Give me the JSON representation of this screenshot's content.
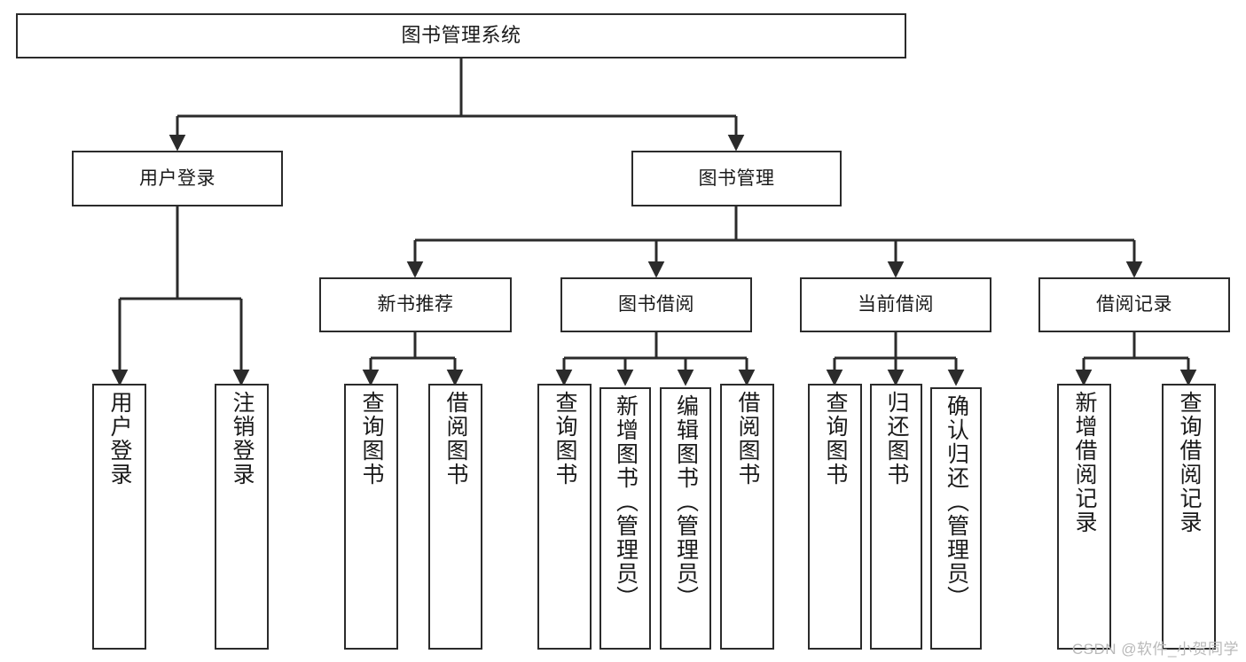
{
  "diagram": {
    "title": "图书管理系统",
    "type": "hierarchy-tree",
    "levels": 4,
    "root": {
      "label": "图书管理系统"
    },
    "level2": [
      {
        "label": "用户登录"
      },
      {
        "label": "图书管理"
      }
    ],
    "level3": [
      {
        "label": "新书推荐"
      },
      {
        "label": "图书借阅"
      },
      {
        "label": "当前借阅"
      },
      {
        "label": "借阅记录"
      }
    ],
    "leaves": {
      "user_login": [
        {
          "label": "用户登录"
        },
        {
          "label": "注销登录"
        }
      ],
      "new_book_recommend": [
        {
          "label": "查询图书"
        },
        {
          "label": "借阅图书"
        }
      ],
      "book_borrow": [
        {
          "label": "查询图书"
        },
        {
          "label": "新增图书（管理员）"
        },
        {
          "label": "编辑图书（管理员）"
        },
        {
          "label": "借阅图书"
        }
      ],
      "current_borrow": [
        {
          "label": "查询图书"
        },
        {
          "label": "归还图书"
        },
        {
          "label": "确认归还（管理员）"
        }
      ],
      "borrow_record": [
        {
          "label": "新增借阅记录"
        },
        {
          "label": "查询借阅记录"
        }
      ]
    }
  },
  "watermark": {
    "text": "CSDN @软件_小贺同学"
  },
  "colors": {
    "stroke": "#2b2b2b",
    "box_fill": "#ffffff",
    "text": "#1a1a1a",
    "watermark": "#b9b9b9",
    "background": "#ffffff"
  }
}
